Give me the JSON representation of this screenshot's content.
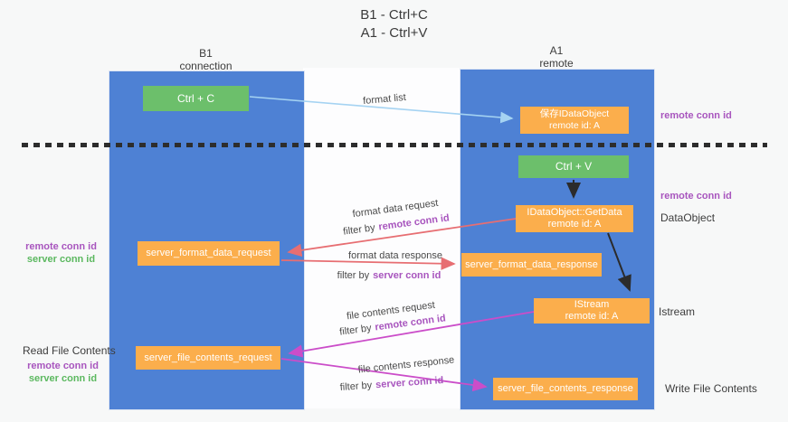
{
  "title": {
    "line1": "B1 - Ctrl+C",
    "line2": "A1 - Ctrl+V"
  },
  "columns": {
    "left": {
      "name": "B1",
      "subtitle": "connection"
    },
    "right": {
      "name": "A1",
      "subtitle": "remote"
    }
  },
  "nodes": {
    "ctrl_c": {
      "label": "Ctrl + C"
    },
    "ctrl_v": {
      "label": "Ctrl + V"
    },
    "save_dataobject": {
      "line1": "保存IDataObject",
      "line2": "remote id: A"
    },
    "getdata": {
      "line1": "IDataObject::GetData",
      "line2": "remote id: A"
    },
    "istream": {
      "line1": "IStream",
      "line2": "remote id: A"
    },
    "format_request": {
      "label": "server_format_data_request"
    },
    "format_response": {
      "label": "server_format_data_response"
    },
    "file_request": {
      "label": "server_file_contents_request"
    },
    "file_response": {
      "label": "server_file_contents_response"
    }
  },
  "side_labels": {
    "remote_conn_id_top": "remote conn id",
    "remote_conn_id_mid": "remote conn id",
    "dataobject": "DataObject",
    "istream": "Istream",
    "write_file_contents": "Write File Contents",
    "read_file_contents": "Read File Contents",
    "left_remote_conn_id": "remote conn id",
    "left_server_conn_id": "server conn id",
    "bottom_remote_conn_id": "remote conn id",
    "bottom_server_conn_id": "server conn id"
  },
  "flow_labels": {
    "format_list": "format list",
    "format_data_request": "format data request",
    "format_data_response": "format data response",
    "file_contents_request": "file contents request",
    "file_contents_response": "file contents response",
    "filter_by": "filter by",
    "remote_conn_id": "remote conn id",
    "server_conn_id": "server conn id"
  },
  "colors": {
    "column_blue": "#4e81d4",
    "box_green": "#6cbf6b",
    "box_orange": "#fbae4c",
    "arrow_red": "#e76e72",
    "arrow_magenta": "#cb4dc9",
    "arrow_light_blue": "#a5d3f2",
    "arrow_black": "#2b2b2b",
    "text_purple": "#a855be",
    "text_green": "#5bb85f"
  }
}
